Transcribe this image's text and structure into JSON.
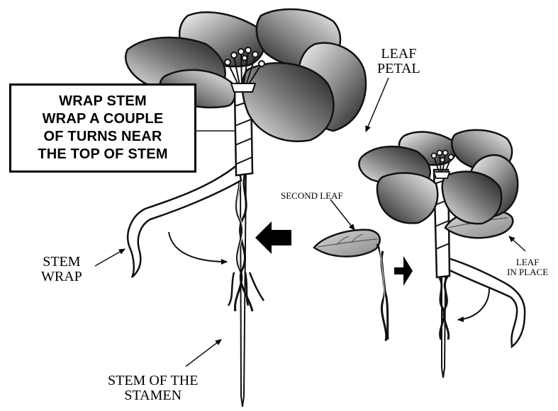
{
  "callout": {
    "lines": [
      "WRAP STEM",
      "WRAP A COUPLE",
      "OF TURNS NEAR",
      "THE TOP OF STEM"
    ]
  },
  "labels": {
    "leaf_petal": [
      "LEAF",
      "PETAL"
    ],
    "second_leaf": "SECOND LEAF",
    "stem_wrap": [
      "STEM",
      "WRAP"
    ],
    "leaf_in_place": [
      "LEAF",
      "IN PLACE"
    ],
    "stem_of_stamen": [
      "STEM OF THE",
      "STAMEN"
    ]
  },
  "colors": {
    "petal_dark": "#2a2a2a",
    "petal_light": "#f2f2f2",
    "outline": "#111111"
  }
}
